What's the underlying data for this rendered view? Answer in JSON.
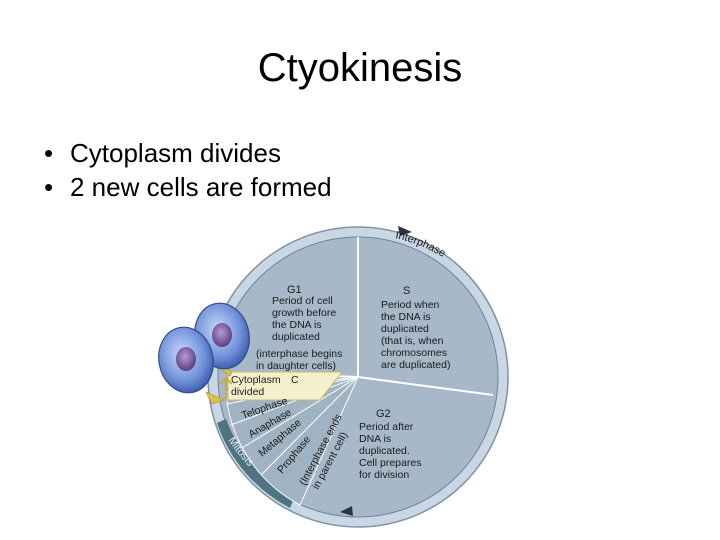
{
  "slide": {
    "title": "Ctyokinesis",
    "bullets": [
      "Cytoplasm divides",
      "2 new cells are formed"
    ]
  },
  "diagram": {
    "ring_top_label": "Interphase",
    "ring_bottom_label": "Mitosis",
    "g1": {
      "heading": "G1",
      "lines": [
        "Period of cell",
        "growth before",
        "the DNA is",
        "duplicated",
        "(interphase begins",
        "in daughter cells)"
      ]
    },
    "s": {
      "heading": "S",
      "lines": [
        "Period when",
        "the DNA is",
        "duplicated",
        "(that is, when",
        "chromosomes",
        "are duplicated)"
      ]
    },
    "g2": {
      "heading": "G2",
      "lines": [
        "Period after",
        "DNA is",
        "duplicated.",
        "Cell prepares",
        "for division"
      ]
    },
    "cytoplasm": {
      "lines": [
        "Cytoplasm",
        "divided"
      ],
      "letter": "C"
    },
    "phases": [
      "Telophase",
      "Anaphase",
      "Metaphase",
      "Prophase"
    ],
    "interphase_ends": [
      "(Interphase ends",
      "in parent cell)"
    ],
    "colors": {
      "pie": "#a7b8c9",
      "ring": "#c9d6e3",
      "mitosis_band": "#4e7480",
      "phase_slice": "#9fb3c2",
      "cytoplasm_box": "#f6efcc",
      "arrow": "#e0c24a",
      "cell": "#6f8fd8",
      "nucleus": "#7a5b9a"
    }
  }
}
